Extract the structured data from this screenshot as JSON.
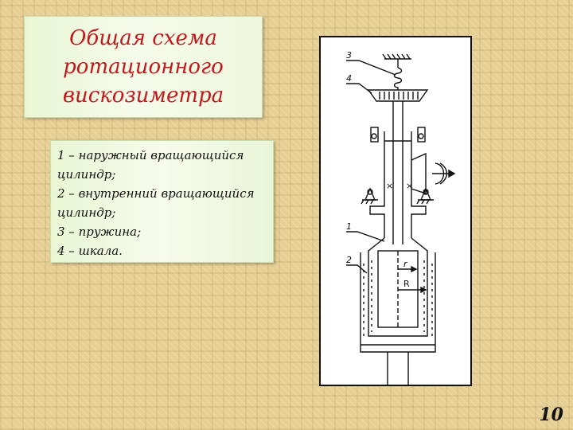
{
  "slide": {
    "title": "Общая  схема\nротационного\nвискозиметра",
    "legend": [
      "1 – наружный вращающийся цилиндр;",
      "2 – внутренний вращающийся цилиндр;",
      "3 – пружина;",
      "4 – шкала."
    ],
    "diagram": {
      "labels": {
        "n1": "1",
        "n2": "2",
        "n3": "3",
        "n4": "4",
        "r_small": "r",
        "r_big": "R"
      }
    },
    "page_number": "10"
  }
}
